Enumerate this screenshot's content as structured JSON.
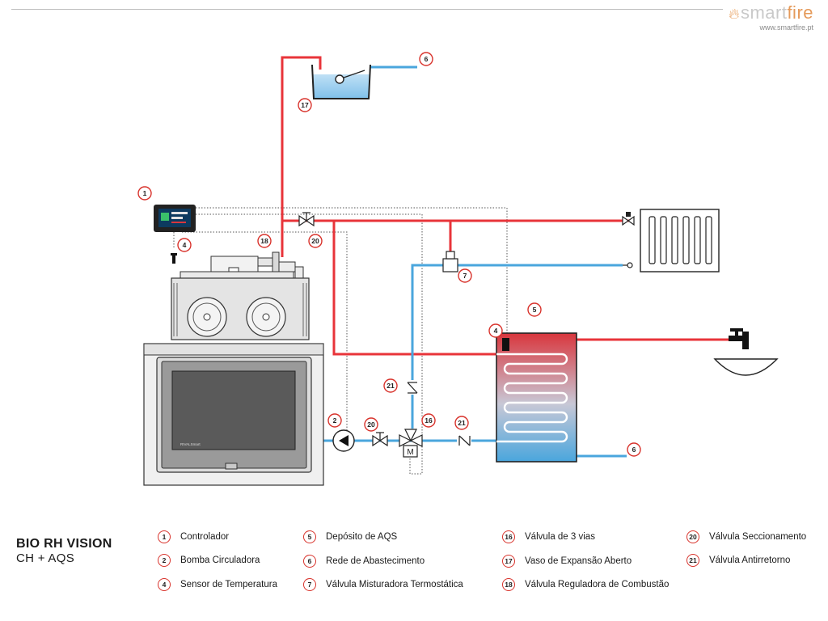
{
  "brand": {
    "name_prefix": "smart",
    "name_suffix": "fire",
    "url": "www.smartfire.pt"
  },
  "title": {
    "main": "BIO RH VISION",
    "sub": "CH + AQS"
  },
  "colors": {
    "hot": "#e8343a",
    "cold": "#4aa6dd",
    "badge_border": "#d8322b",
    "control_line": "#555555"
  },
  "legend": [
    {
      "num": "1",
      "label": "Controlador"
    },
    {
      "num": "2",
      "label": "Bomba Circuladora"
    },
    {
      "num": "4",
      "label": "Sensor de Temperatura"
    },
    {
      "num": "5",
      "label": "Depósito de AQS"
    },
    {
      "num": "6",
      "label": "Rede de Abastecimento"
    },
    {
      "num": "7",
      "label": "Válvula Misturadora Termostática"
    },
    {
      "num": "16",
      "label": "Válvula de 3 vias"
    },
    {
      "num": "17",
      "label": "Vaso de Expansão Aberto"
    },
    {
      "num": "18",
      "label": "Válvula Reguladora de Combustão"
    },
    {
      "num": "20",
      "label": "Válvula Seccionamento"
    },
    {
      "num": "21",
      "label": "Válvula Antirretorno"
    }
  ],
  "callouts": {
    "controller": "1",
    "pump": "2",
    "sensor_boiler": "4",
    "sensor_tank": "4",
    "tank": "5",
    "supply_top": "6",
    "supply_bottom": "6",
    "mixer": "7",
    "three_way": "16",
    "expansion": "17",
    "combustion": "18",
    "shutoff_top": "20",
    "shutoff_bottom": "20",
    "nonreturn_vertical": "21",
    "nonreturn_horizontal": "21"
  },
  "glyphs": {
    "motor": "M",
    "stove_brand": "RIVALSmart"
  }
}
